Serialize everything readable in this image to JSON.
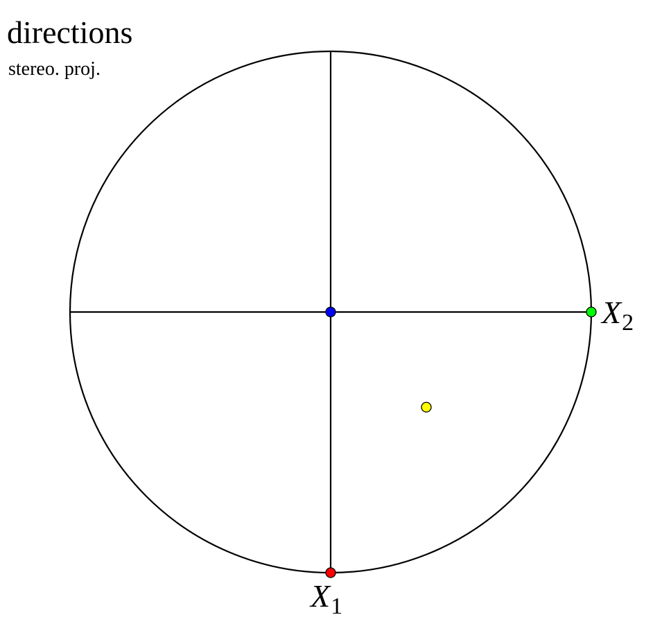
{
  "title": "directions",
  "subtitle": "stereo. proj.",
  "axes": {
    "x1": {
      "label": "X",
      "subscript": "1"
    },
    "x2": {
      "label": "X",
      "subscript": "2"
    }
  },
  "points": [
    {
      "name": "center-point",
      "color": "#0000ff",
      "x1": 0,
      "x2": 0
    },
    {
      "name": "x1-axis-point",
      "color": "#ff0000",
      "x1": 1,
      "x2": 0
    },
    {
      "name": "x2-axis-point",
      "color": "#00ff00",
      "x1": 0,
      "x2": 1
    },
    {
      "name": "direction-point",
      "color": "#ffff00",
      "x1": 0.365,
      "x2": 0.367
    }
  ]
}
